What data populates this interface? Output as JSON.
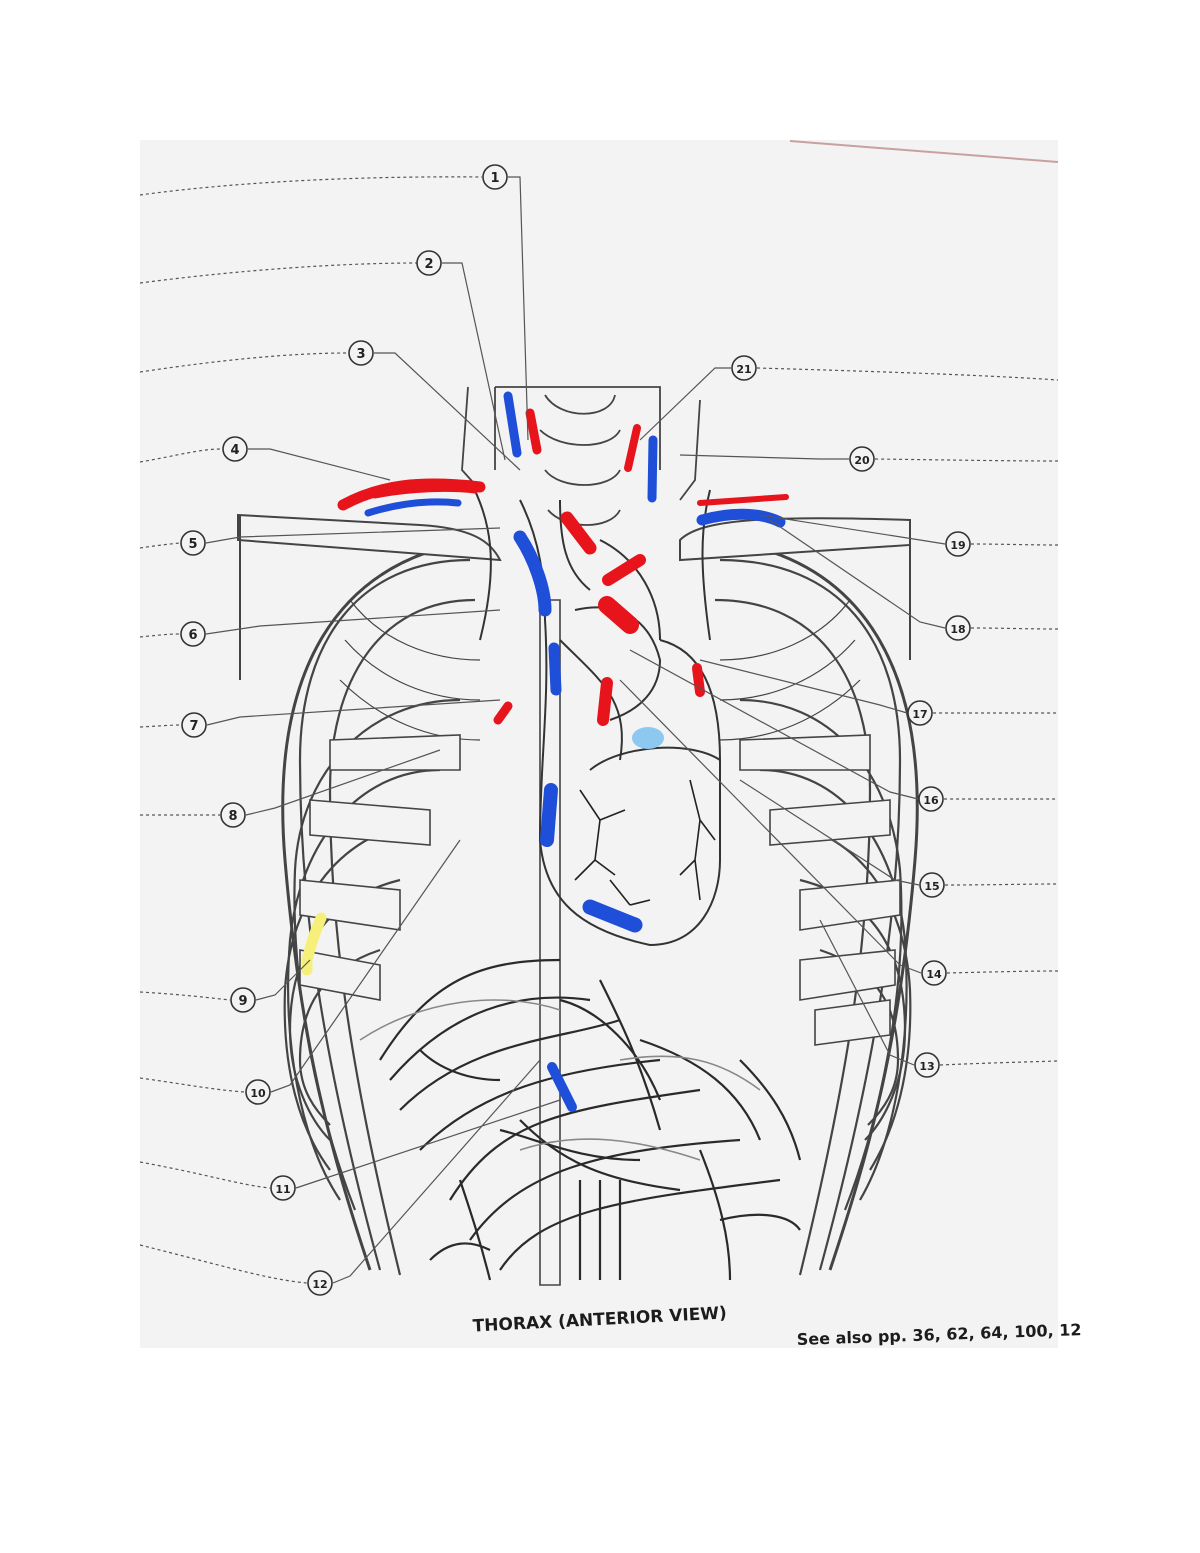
{
  "figure": {
    "caption": "THORAX (ANTERIOR VIEW)",
    "see_also": "See also pp. 36, 62, 64, 100, 12"
  },
  "callouts": {
    "left": [
      "1",
      "2",
      "3",
      "4",
      "5",
      "6",
      "7",
      "8",
      "9",
      "10",
      "11",
      "12"
    ],
    "right": [
      "21",
      "20",
      "19",
      "18",
      "17",
      "16",
      "15",
      "14",
      "13"
    ]
  },
  "colors": {
    "page": "#ffffff",
    "paper": "#f3f3f3",
    "artery_red": "#e8141c",
    "vein_blue": "#1f4fd8",
    "light_blue": "#8cc8f0",
    "nerve_yellow": "#f6f07a",
    "line_art": "#333333"
  }
}
